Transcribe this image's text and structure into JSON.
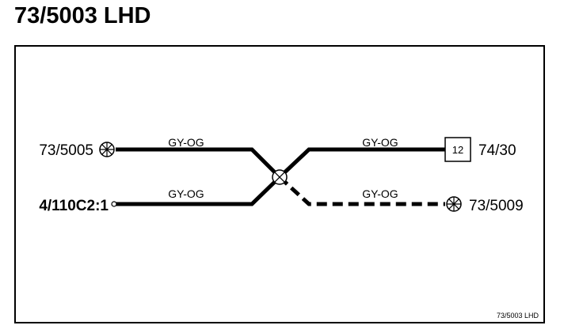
{
  "title": "73/5003 LHD",
  "footer_label": "73/5003 LHD",
  "connectors": {
    "left_top": "73/5005",
    "left_bottom": "4/110C2:1",
    "right_top": "74/30",
    "right_top_pin": "12",
    "right_bottom": "73/5009"
  },
  "wires": {
    "top_left": "GY-OG",
    "bottom_left": "GY-OG",
    "top_right": "GY-OG",
    "bottom_right": "GY-OG"
  },
  "colors": {
    "line": "#000000",
    "background": "#ffffff"
  }
}
